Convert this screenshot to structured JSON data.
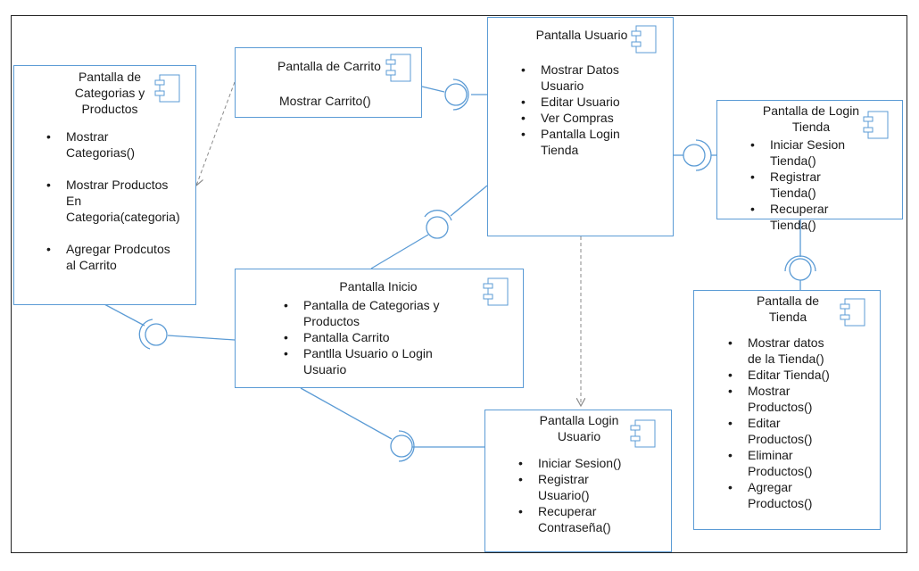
{
  "components": {
    "categorias": {
      "title": "Pantalla de Categorias y Productos",
      "operations": [
        "Mostrar Categorias()",
        "Mostrar Productos En Categoria(categoria)",
        "Agregar Prodcutos al Carrito"
      ]
    },
    "carrito": {
      "title": "Pantalla de Carrito",
      "operations": [
        "Mostrar Carrito()"
      ]
    },
    "usuario": {
      "title": "Pantalla Usuario",
      "operations": [
        "Mostrar Datos Usuario",
        "Editar Usuario",
        "Ver Compras",
        "Pantalla Login Tienda"
      ]
    },
    "login_tienda": {
      "title": "Pantalla de Login Tienda",
      "operations": [
        "Iniciar Sesion Tienda()",
        "Registrar Tienda()",
        "Recuperar Tienda()"
      ]
    },
    "inicio": {
      "title": "Pantalla Inicio",
      "operations": [
        "Pantalla de Categorias y Productos",
        "Pantalla Carrito",
        "Pantlla Usuario o Login Usuario"
      ]
    },
    "tienda": {
      "title": "Pantalla de Tienda",
      "operations": [
        "Mostrar datos de la Tienda()",
        "Editar Tienda()",
        "Mostrar Productos()",
        "Editar Productos()",
        "Eliminar Productos()",
        "Agregar Productos()"
      ]
    },
    "login_usuario": {
      "title": "Pantalla Login Usuario",
      "operations": [
        "Iniciar Sesion()",
        "Registrar Usuario()",
        "Recuperar Contraseña()"
      ]
    }
  },
  "colors": {
    "border": "#5b9bd5",
    "frame": "#222222",
    "text": "#1a1a1a",
    "dashed": "#8a8a8a"
  },
  "icons": {
    "component": "uml-component-icon",
    "provided_interface": "lollipop-icon",
    "required_interface": "socket-icon"
  }
}
